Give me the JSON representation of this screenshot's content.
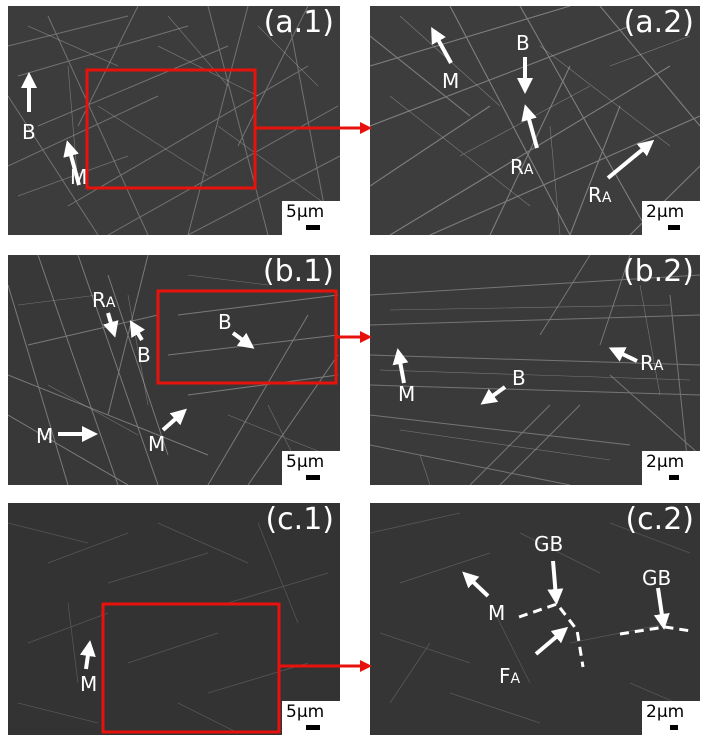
{
  "figure": {
    "rows": [
      {
        "id": "a",
        "left": {
          "label": "(a.1)",
          "scale_bar": "5µm",
          "annotations": [
            {
              "text": "B",
              "sub": ""
            },
            {
              "text": "M",
              "sub": ""
            }
          ]
        },
        "right": {
          "label": "(a.2)",
          "scale_bar": "2µm",
          "annotations": [
            {
              "text": "M",
              "sub": ""
            },
            {
              "text": "B",
              "sub": ""
            },
            {
              "text": "R",
              "sub": "A"
            },
            {
              "text": "R",
              "sub": "A"
            }
          ]
        }
      },
      {
        "id": "b",
        "left": {
          "label": "(b.1)",
          "scale_bar": "5µm",
          "annotations": [
            {
              "text": "R",
              "sub": "A"
            },
            {
              "text": "B",
              "sub": ""
            },
            {
              "text": "B",
              "sub": ""
            },
            {
              "text": "M",
              "sub": ""
            },
            {
              "text": "M",
              "sub": ""
            }
          ]
        },
        "right": {
          "label": "(b.2)",
          "scale_bar": "2µm",
          "annotations": [
            {
              "text": "M",
              "sub": ""
            },
            {
              "text": "B",
              "sub": ""
            },
            {
              "text": "R",
              "sub": "A"
            }
          ]
        }
      },
      {
        "id": "c",
        "left": {
          "label": "(c.1)",
          "scale_bar": "5µm",
          "annotations": [
            {
              "text": "M",
              "sub": ""
            }
          ]
        },
        "right": {
          "label": "(c.2)",
          "scale_bar": "2µm",
          "annotations": [
            {
              "text": "GB",
              "sub": ""
            },
            {
              "text": "M",
              "sub": ""
            },
            {
              "text": "F",
              "sub": "A"
            },
            {
              "text": "GB",
              "sub": ""
            }
          ]
        }
      }
    ],
    "colors": {
      "highlight_box": "#e8120c",
      "annotation": "#ffffff",
      "micrograph_bg": "#3a3a3a"
    }
  }
}
